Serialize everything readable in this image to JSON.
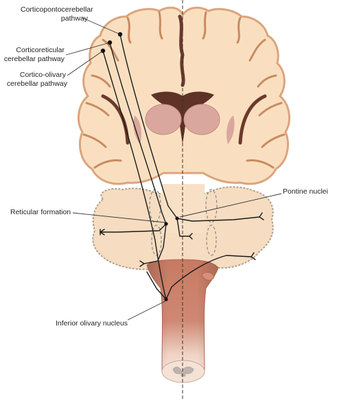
{
  "labels": {
    "cpc_line1": "Corticopontocerebellar",
    "cpc_line2": "pathway",
    "cr_line1": "Corticoreticular",
    "cr_line2": "cerebellar pathway",
    "co_line1": "Cortico-olivary",
    "co_line2": "cerebellar pathway",
    "pontine": "Pontine nuclei",
    "reticular": "Reticular formation",
    "olivary": "Inferior olivary nucleus"
  },
  "colors": {
    "brain_fill": "#f9dfc0",
    "brain_outline": "#d9a06c",
    "sulcus": "#6b3a2c",
    "ventricle": "#5e3226",
    "thalamus": "#d7a49a",
    "cerebellum_fill": "#f6dcc0",
    "cerebellum_outline": "#a89a88",
    "brainstem": "#c97d66",
    "spinal_cord": "#f3ddd0",
    "pathway": "#1a1a1a"
  }
}
